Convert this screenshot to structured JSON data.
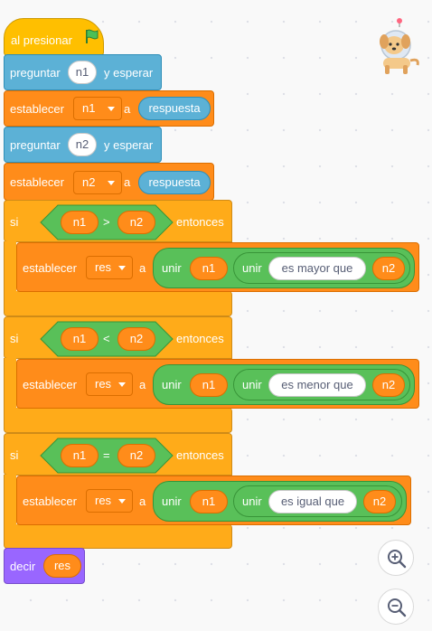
{
  "script": {
    "hat": {
      "label": "al presionar",
      "icon": "green-flag-icon"
    },
    "ask1": {
      "label": "preguntar",
      "value": "n1",
      "suffix": "y esperar"
    },
    "set1": {
      "label": "establecer",
      "var": "n1",
      "connector": "a",
      "value": "respuesta"
    },
    "ask2": {
      "label": "preguntar",
      "value": "n2",
      "suffix": "y esperar"
    },
    "set2": {
      "label": "establecer",
      "var": "n2",
      "connector": "a",
      "value": "respuesta"
    },
    "if_blocks": [
      {
        "keyword": "si",
        "left": "n1",
        "operator": ">",
        "right": "n2",
        "then": "entonces",
        "body": {
          "label": "establecer",
          "var": "res",
          "connector": "a",
          "join": "unir",
          "join_left": "n1",
          "join_inner": "unir",
          "text": "es mayor que",
          "join_right": "n2"
        }
      },
      {
        "keyword": "si",
        "left": "n1",
        "operator": "<",
        "right": "n2",
        "then": "entonces",
        "body": {
          "label": "establecer",
          "var": "res",
          "connector": "a",
          "join": "unir",
          "join_left": "n1",
          "join_inner": "unir",
          "text": "es menor que",
          "join_right": "n2"
        }
      },
      {
        "keyword": "si",
        "left": "n1",
        "operator": "=",
        "right": "n2",
        "then": "entonces",
        "body": {
          "label": "establecer",
          "var": "res",
          "connector": "a",
          "join": "unir",
          "join_left": "n1",
          "join_inner": "unir",
          "text": "es igual que",
          "join_right": "n2"
        }
      }
    ],
    "say": {
      "label": "decir",
      "value": "res"
    }
  },
  "colors": {
    "events": "#ffbf00",
    "sensing": "#5cb1d6",
    "variables": "#ff8c1a",
    "control": "#ffab19",
    "operators": "#59c059",
    "looks": "#9966ff"
  },
  "controls": {
    "zoom_in_icon": "zoom-in-icon",
    "zoom_out_icon": "zoom-out-icon",
    "sprite_icon": "sprite-thumbnail-icon"
  }
}
